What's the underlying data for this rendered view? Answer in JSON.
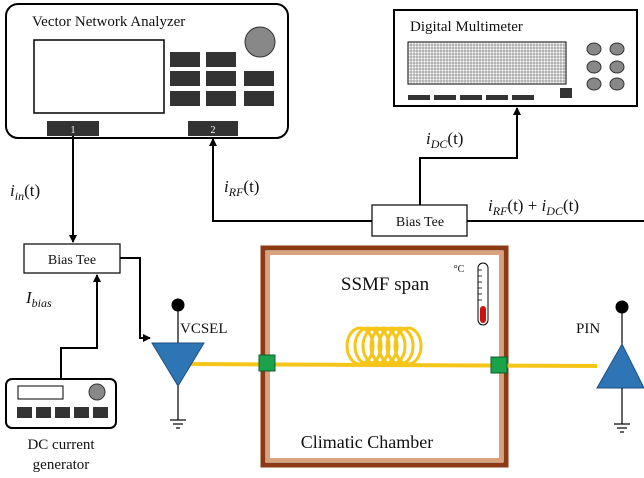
{
  "instruments": {
    "vna": {
      "title": "Vector Network Analyzer",
      "port1": "1",
      "port2": "2"
    },
    "dmm": {
      "title": "Digital Multimeter"
    },
    "dc_source": {
      "line1": "DC current",
      "line2": "generator"
    }
  },
  "bias_tees": {
    "left": "Bias Tee",
    "right": "Bias Tee"
  },
  "signals": {
    "i_in": {
      "base": "i",
      "sub": "in",
      "arg": "(t)"
    },
    "i_rf": {
      "base": "i",
      "sub": "RF",
      "arg": "(t)"
    },
    "i_dc": {
      "base": "i",
      "sub": "DC",
      "arg": "(t)"
    },
    "i_bias": {
      "base": "I",
      "sub": "bias"
    },
    "i_sum": {
      "a_base": "i",
      "a_sub": "RF",
      "a_arg": "(t) + ",
      "b_base": "i",
      "b_sub": "DC",
      "b_arg": "(t)"
    }
  },
  "devices": {
    "vcsel": "VCSEL",
    "pin": "PIN"
  },
  "chamber": {
    "label": "Climatic Chamber",
    "fiber_label": "SSMF span",
    "thermo_unit": "°C"
  },
  "colors": {
    "fiber": "#f5c518",
    "triangle": "#2e75b6",
    "connector": "#1aa34a",
    "chamber_outer": "#8b3a14",
    "chamber_inner": "#d9a27c",
    "thermo_fill": "#cc1111"
  }
}
